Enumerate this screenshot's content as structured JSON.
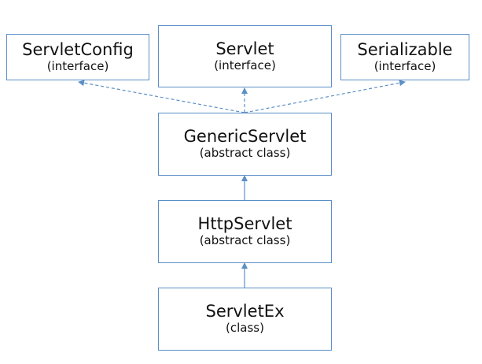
{
  "diagram": {
    "nodes": {
      "servlet_config": {
        "name": "ServletConfig",
        "kind": "(interface)"
      },
      "servlet": {
        "name": "Servlet",
        "kind": "(interface)"
      },
      "serializable": {
        "name": "Serializable",
        "kind": "(interface)"
      },
      "generic_servlet": {
        "name": "GenericServlet",
        "kind": "(abstract class)"
      },
      "http_servlet": {
        "name": "HttpServlet",
        "kind": "(abstract class)"
      },
      "servlet_ex": {
        "name": "ServletEx",
        "kind": "(class)"
      }
    },
    "edges": [
      {
        "from": "generic_servlet",
        "to": "servlet_config",
        "style": "dashed",
        "relation": "implements"
      },
      {
        "from": "generic_servlet",
        "to": "servlet",
        "style": "dashed",
        "relation": "implements"
      },
      {
        "from": "generic_servlet",
        "to": "serializable",
        "style": "dashed",
        "relation": "implements"
      },
      {
        "from": "http_servlet",
        "to": "generic_servlet",
        "style": "solid",
        "relation": "extends"
      },
      {
        "from": "servlet_ex",
        "to": "http_servlet",
        "style": "solid",
        "relation": "extends"
      }
    ],
    "colors": {
      "border": "#5b8fc7",
      "arrow": "#5b8fc7",
      "text": "#111111",
      "background": "#ffffff"
    }
  }
}
